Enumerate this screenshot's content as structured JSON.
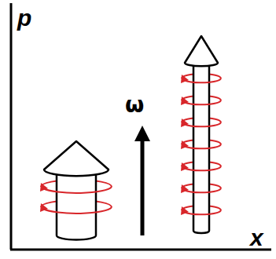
{
  "diagram": {
    "labels": [
      "p",
      "x",
      "ω"
    ]
  }
}
